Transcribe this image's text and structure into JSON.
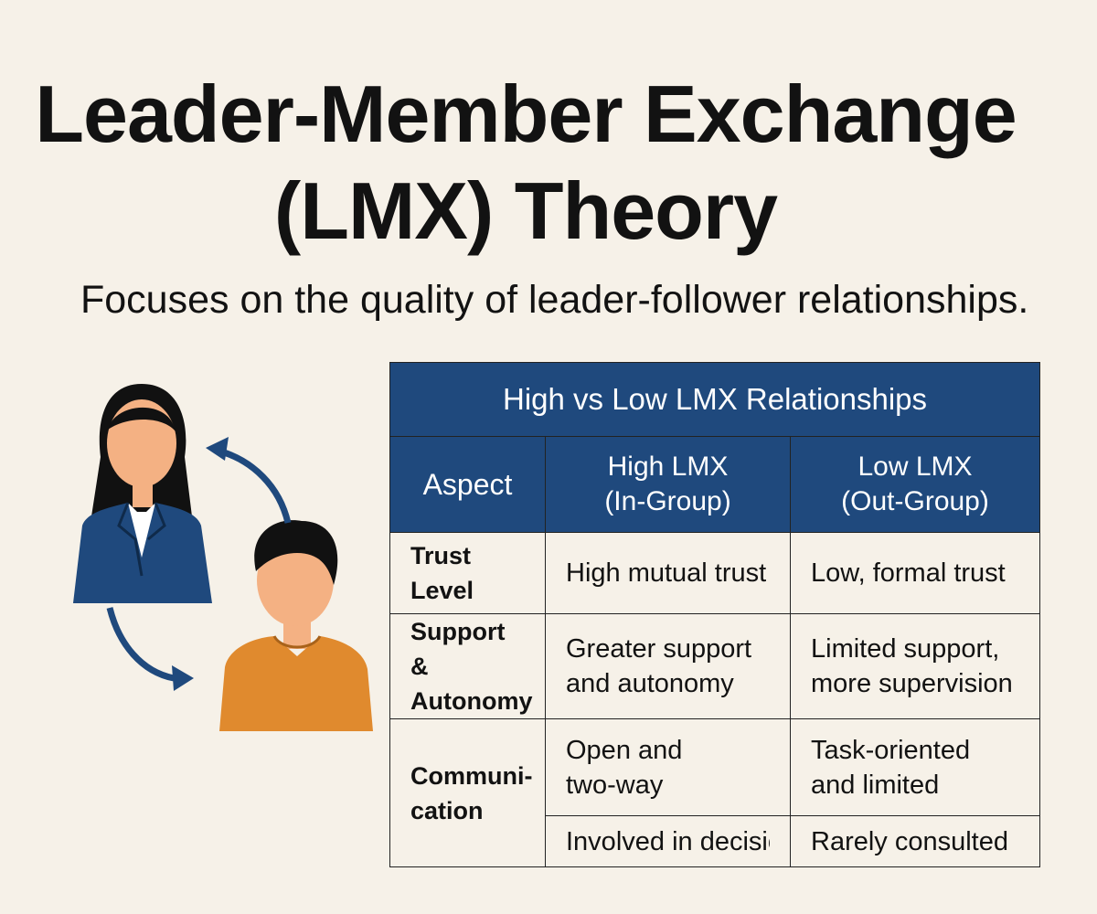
{
  "title_line1": "Leader-Member Exchange",
  "title_line2": "(LMX) Theory",
  "subtitle": "Focuses on the quality of leader-follower relationships.",
  "colors": {
    "background": "#f6f1e8",
    "header": "#1f497d",
    "leader_suit": "#1f497d",
    "follower_shirt": "#e08a2e",
    "skin": "#f4b183",
    "hair": "#111111"
  },
  "illustration": {
    "leader_icon": "leader-woman-icon",
    "follower_icon": "follower-man-icon",
    "arrow_icon": "curved-arrow-icon"
  },
  "table": {
    "caption": "High vs Low LMX Relationships",
    "headers": {
      "aspect": "Aspect",
      "high_line1": "High LMX",
      "high_line2": "(In-Group)",
      "low_line1": "Low LMX",
      "low_line2": "(Out-Group)"
    },
    "rows": [
      {
        "aspect_line1": "Trust Level",
        "aspect_line2": "",
        "high_line1": "High mutual trust",
        "high_line2": "",
        "low_line1": "Low, formal trust",
        "low_line2": ""
      },
      {
        "aspect_line1": "Support &",
        "aspect_line2": "Autonomy",
        "high_line1": "Greater support",
        "high_line2": "and autonomy",
        "low_line1": "Limited support,",
        "low_line2": "more supervision"
      },
      {
        "aspect_line1": "Communi-",
        "aspect_line2": "cation",
        "high_line1": "Open and",
        "high_line2": "two-way",
        "low_line1": "Task-oriented",
        "low_line2": "and limited"
      },
      {
        "high_line1": "Involved in decision-",
        "low_line1": "Rarely consulted"
      }
    ]
  }
}
